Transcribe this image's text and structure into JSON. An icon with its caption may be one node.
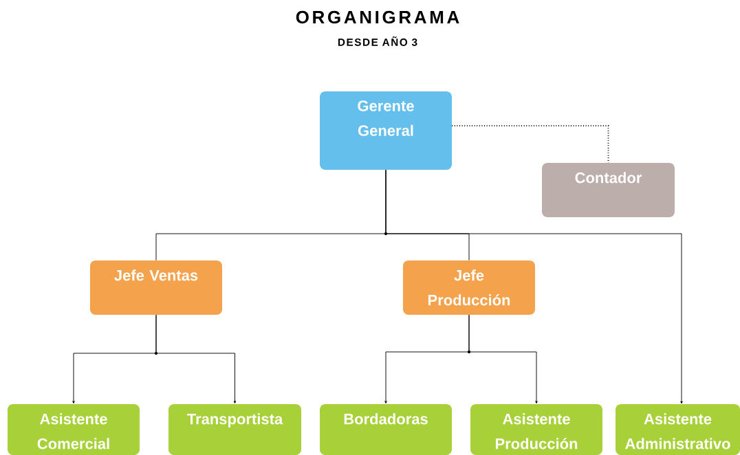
{
  "diagram": {
    "title": "ORGANIGRAMA",
    "nodes": [
      {
        "text": [
          "Gerente General"
        ]
      },
      {
        "text": [
          "Contador"
        ]
      },
      {
        "text": [
          "Jefe Ventas"
        ]
      },
      {
        "text": [
          "Jefe Producción"
        ]
      },
      {
        "text": [
          "Asistente Comercial"
        ]
      },
      {
        "text": [
          "Transportista"
        ]
      },
      {
        "text": [
          "Bordadoras"
        ]
      },
      {
        "text": [
          "Asistente Producción"
        ]
      },
      {
        "text": [
          "Asistente Administrativo"
        ]
      }
    ],
    "edges": [
      {
        "from": 0,
        "to": 1,
        "arrow": "none",
        "style": "dashed"
      },
      {
        "from": 0,
        "to": 2,
        "arrow": "none"
      },
      {
        "from": 0,
        "to": 3,
        "arrow": "none"
      },
      {
        "from": 0,
        "to": 8,
        "arrow": "to"
      },
      {
        "from": 2,
        "to": 4,
        "arrow": "to"
      },
      {
        "from": 2,
        "to": 5,
        "arrow": "to"
      },
      {
        "from": 3,
        "to": 6,
        "arrow": "to"
      },
      {
        "from": 3,
        "to": 7,
        "arrow": "to"
      }
    ],
    "labels": [
      "DESDE AÑO 3"
    ]
  }
}
